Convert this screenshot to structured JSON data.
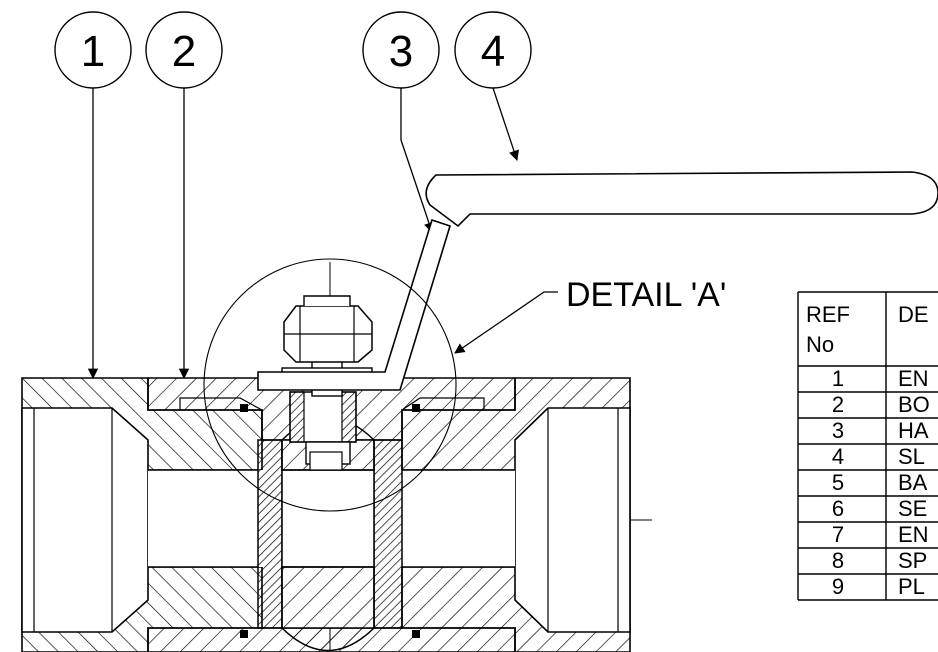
{
  "balloons": [
    "1",
    "2",
    "3",
    "4"
  ],
  "detail_label": "DETAIL 'A'",
  "table": {
    "header": {
      "ref": "REF",
      "no": "No",
      "desc": "DE"
    },
    "rows": [
      {
        "ref": "1",
        "desc": "EN"
      },
      {
        "ref": "2",
        "desc": "BO"
      },
      {
        "ref": "3",
        "desc": "HA"
      },
      {
        "ref": "4",
        "desc": "SL"
      },
      {
        "ref": "5",
        "desc": "BA"
      },
      {
        "ref": "6",
        "desc": "SE"
      },
      {
        "ref": "7",
        "desc": "EN"
      },
      {
        "ref": "8",
        "desc": "SP"
      },
      {
        "ref": "9",
        "desc": "PL"
      }
    ]
  }
}
